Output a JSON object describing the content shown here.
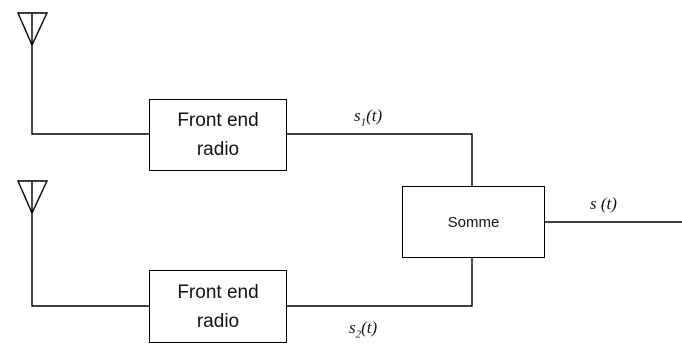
{
  "blocks": {
    "front_end_top": {
      "line1": "Front end",
      "line2": "radio"
    },
    "front_end_bottom": {
      "line1": "Front end",
      "line2": "radio"
    },
    "sum": {
      "label": "Somme"
    }
  },
  "signals": {
    "s1": {
      "base": "s",
      "sub": "1",
      "arg": "(t)"
    },
    "s2": {
      "base": "s",
      "sub": "2",
      "arg": "(t)"
    },
    "out": {
      "base": "s",
      "arg": " (t)"
    }
  }
}
